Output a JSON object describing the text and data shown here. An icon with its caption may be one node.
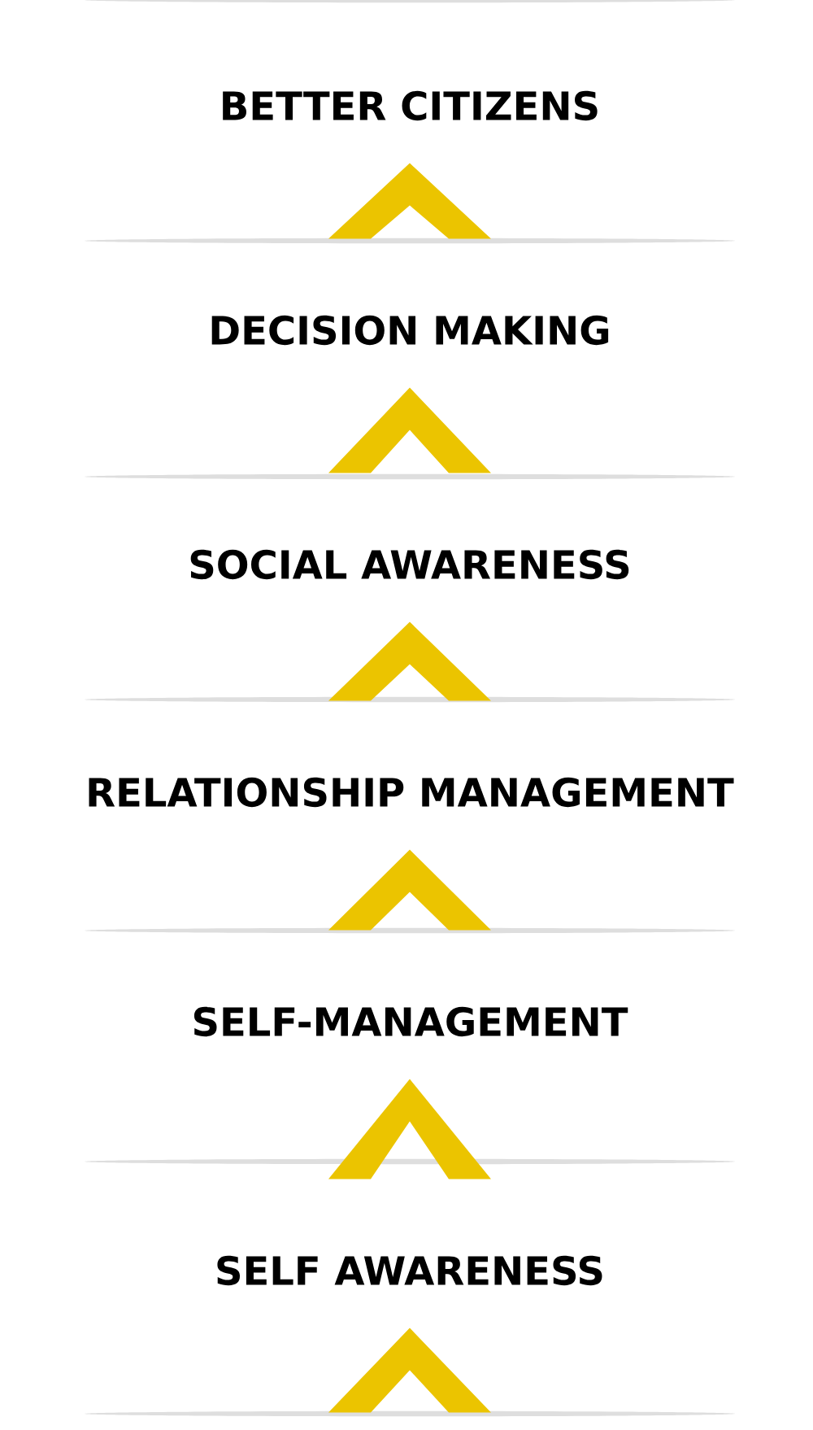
{
  "diagram": {
    "nodes": [
      {
        "text": [
          "BETTER CITIZENS"
        ]
      },
      {
        "text": [
          "DECISION MAKING"
        ]
      },
      {
        "text": [
          "SOCIAL AWARENESS"
        ]
      },
      {
        "text": [
          "RELATIONSHIP MANAGEMENT"
        ]
      },
      {
        "text": [
          "SELF-MANAGEMENT"
        ]
      },
      {
        "text": [
          "SELF AWARENESS"
        ]
      }
    ],
    "edges": [
      {
        "from": 1,
        "to": 0,
        "arrow": "to"
      },
      {
        "from": 2,
        "to": 1,
        "arrow": "to"
      },
      {
        "from": 3,
        "to": 2,
        "arrow": "to"
      },
      {
        "from": 4,
        "to": 3,
        "arrow": "to"
      },
      {
        "from": 5,
        "to": 4,
        "arrow": "to"
      },
      {
        "from": null,
        "to": 5,
        "arrow": "to"
      }
    ]
  }
}
